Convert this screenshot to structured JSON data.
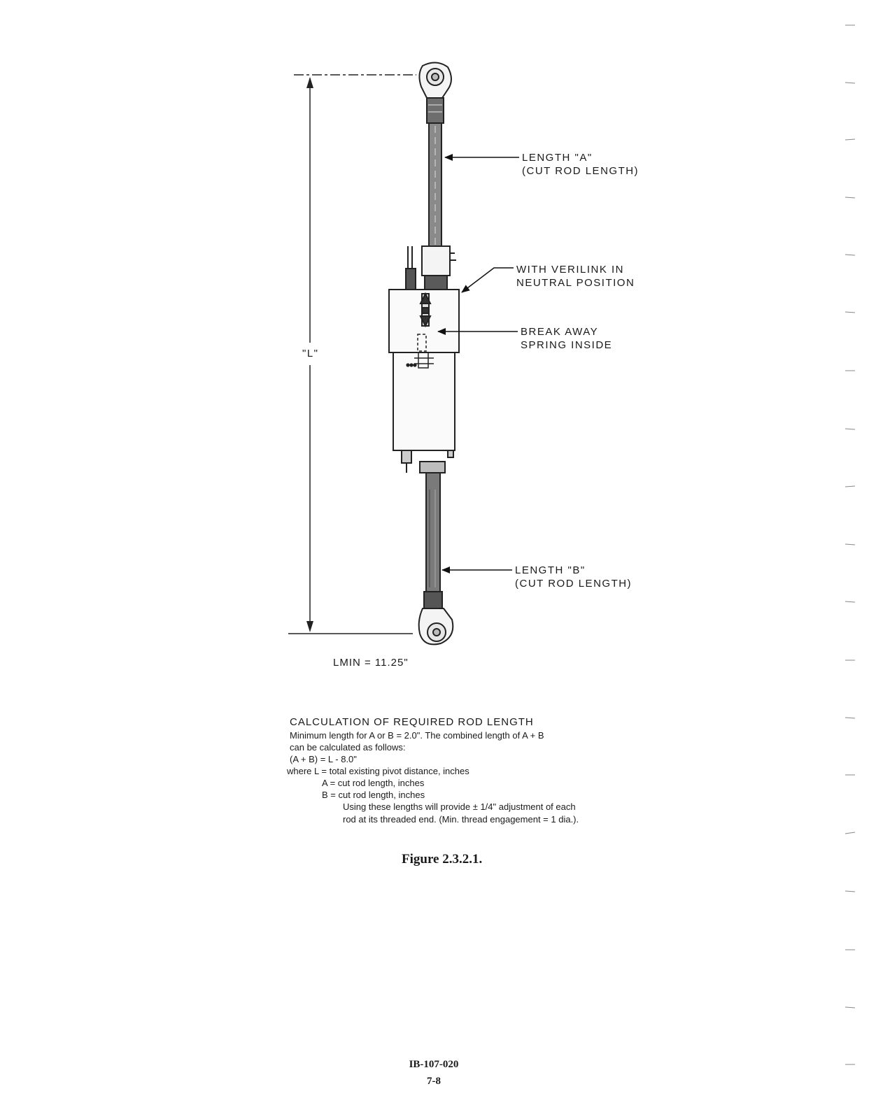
{
  "labels": {
    "length_a_line1": "LENGTH \"A\"",
    "length_a_line2": "(CUT ROD LENGTH)",
    "verilink_line1": "WITH VERILINK IN",
    "verilink_line2": "NEUTRAL POSITION",
    "breakaway_line1": "BREAK AWAY",
    "breakaway_line2": "SPRING INSIDE",
    "length_b_line1": "LENGTH \"B\"",
    "length_b_line2": "(CUT ROD LENGTH)",
    "dimension_l": "\"L\"",
    "lmin": "LMIN = 11.25\""
  },
  "calculation": {
    "title": "CALCULATION OF REQUIRED ROD LENGTH",
    "line1": "Minimum length for A or B = 2.0\". The combined length of A + B",
    "line2": "can be calculated as follows:",
    "line3": "(A + B)  = L - 8.0\"",
    "line4": "where L = total existing pivot distance, inches",
    "line5": "A = cut rod length, inches",
    "line6": "B = cut rod length, inches",
    "line7": "Using these lengths will provide ± 1/4\" adjustment of each",
    "line8": "rod at its threaded end. (Min. thread engagement = 1 dia.)."
  },
  "caption": "Figure 2.3.2.1.",
  "footer": {
    "doc_number": "IB-107-020",
    "page_number": "7-8"
  }
}
